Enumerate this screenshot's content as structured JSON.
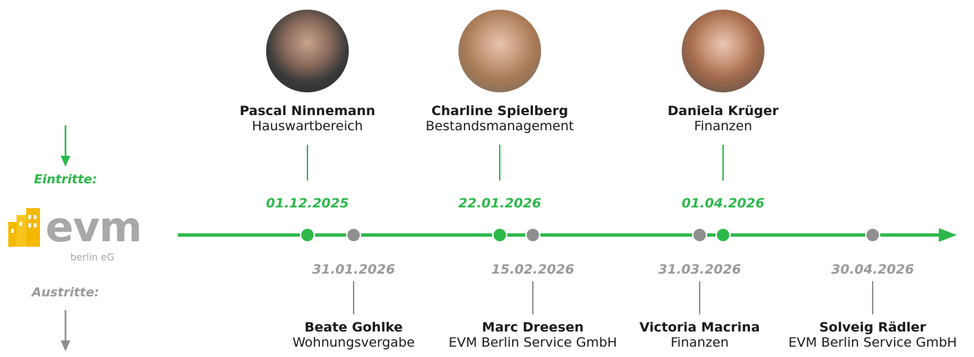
{
  "colors": {
    "green": "#2db84b",
    "grey": "#8f8f8f",
    "logo_yellow": "#f5b800"
  },
  "left": {
    "entries_label": "Eintritte:",
    "exits_label": "Austritte:",
    "logo_text": "evm",
    "logo_sub": "berlin eG"
  },
  "entries": [
    {
      "name": "Pascal Ninnemann",
      "dept": "Hauswartbereich",
      "date": "01.12.2025"
    },
    {
      "name": "Charline Spielberg",
      "dept": "Bestandsmanagement",
      "date": "22.01.2026"
    },
    {
      "name": "Daniela Krüger",
      "dept": "Finanzen",
      "date": "01.04.2026"
    }
  ],
  "exits": [
    {
      "name": "Beate Gohlke",
      "dept": "Wohnungsvergabe",
      "date": "31.01.2026"
    },
    {
      "name": "Marc Dreesen",
      "dept": "EVM Berlin Service GmbH",
      "date": "15.02.2026"
    },
    {
      "name": "Victoria Macrina",
      "dept": "Finanzen",
      "date": "31.03.2026"
    },
    {
      "name": "Solveig Rädler",
      "dept": "EVM Berlin Service GmbH",
      "date": "30.04.2026"
    }
  ]
}
